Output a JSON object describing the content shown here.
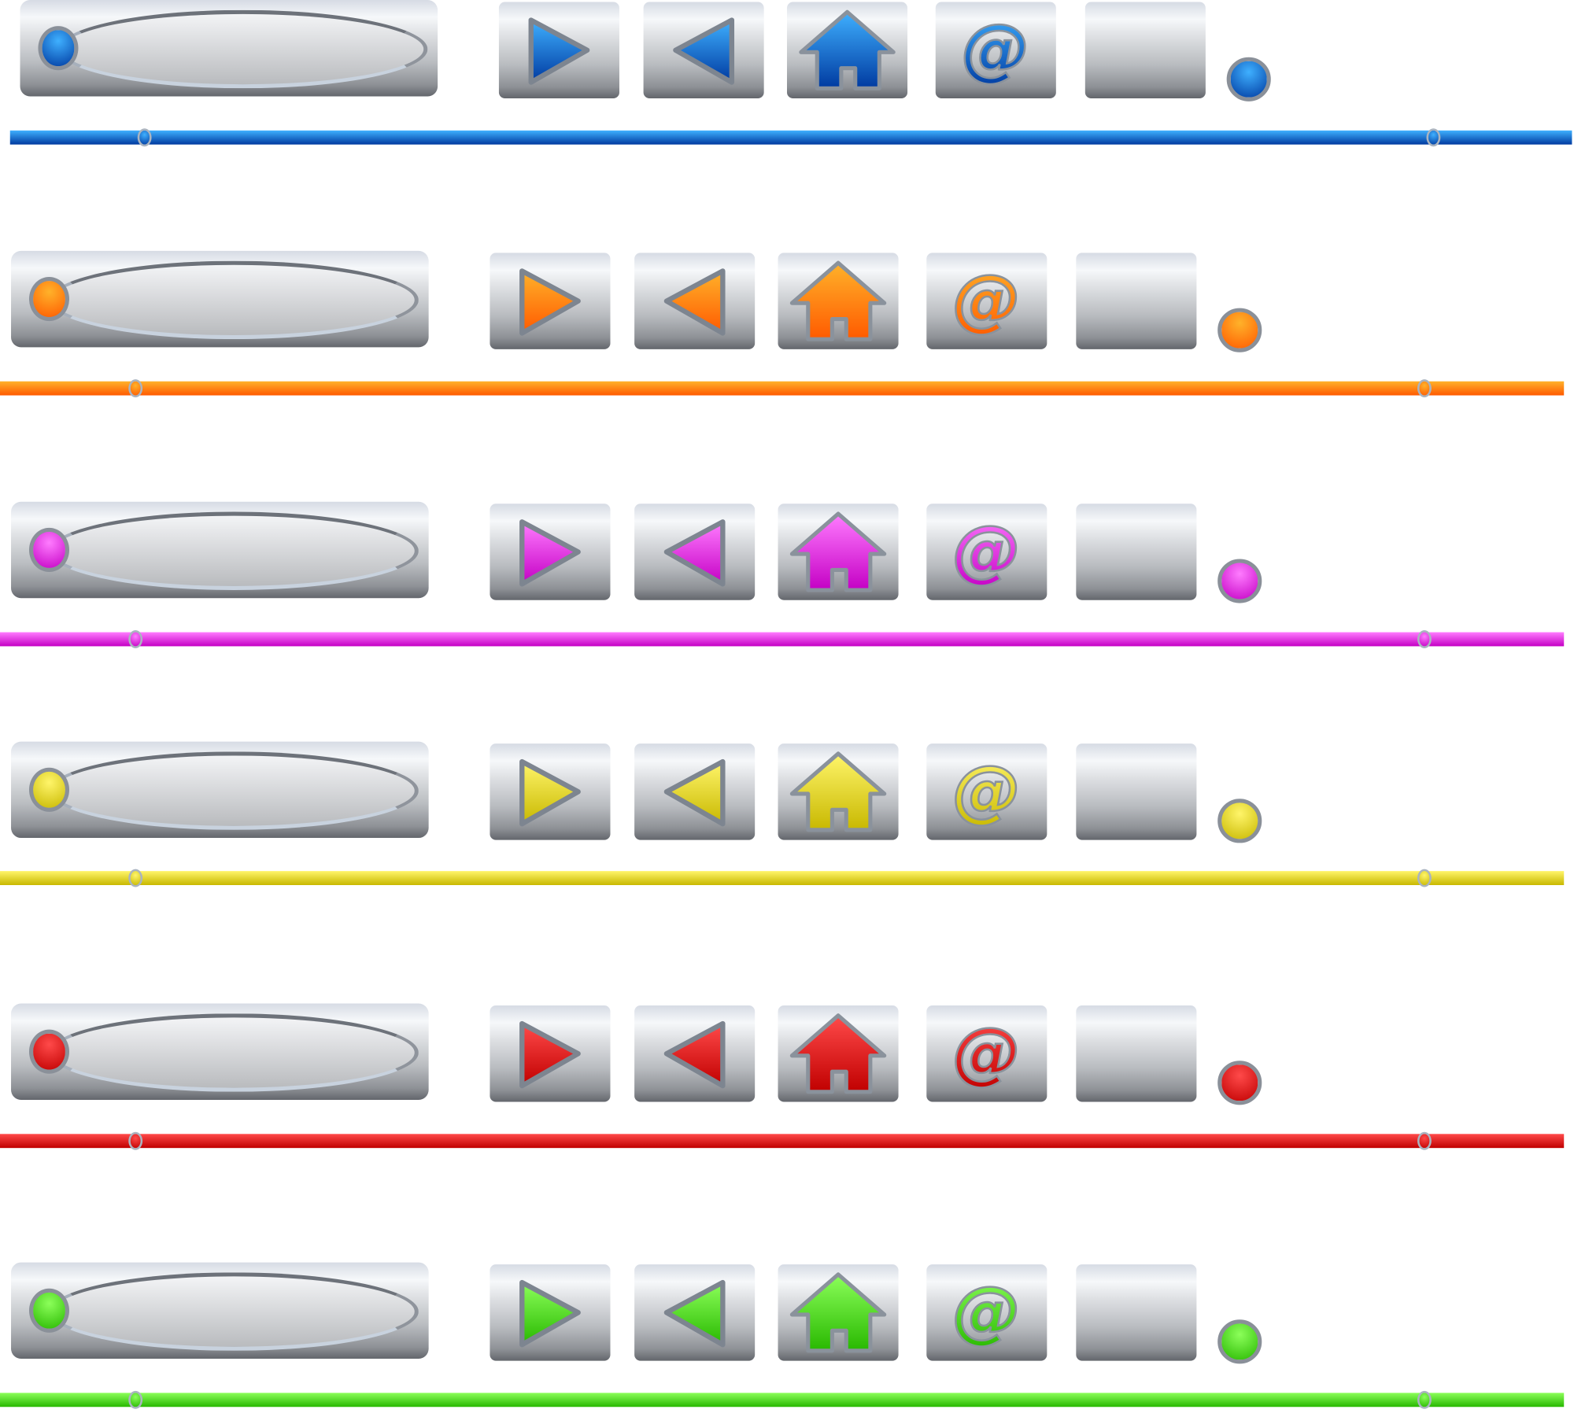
{
  "toolbars": [
    {
      "name": "blue",
      "light": "#3fb0ff",
      "dark": "#003aa0",
      "offset": 9
    },
    {
      "name": "orange",
      "light": "#ffb22a",
      "dark": "#ff5a00",
      "offset": 0
    },
    {
      "name": "magenta",
      "light": "#ff7cff",
      "dark": "#c400c4",
      "offset": 0
    },
    {
      "name": "yellow",
      "light": "#fff56a",
      "dark": "#c8b800",
      "offset": 0
    },
    {
      "name": "red",
      "light": "#ff4a4a",
      "dark": "#c00000",
      "offset": 0
    },
    {
      "name": "green",
      "light": "#8cff5a",
      "dark": "#28b800",
      "offset": 0
    }
  ],
  "email_symbol": "@"
}
